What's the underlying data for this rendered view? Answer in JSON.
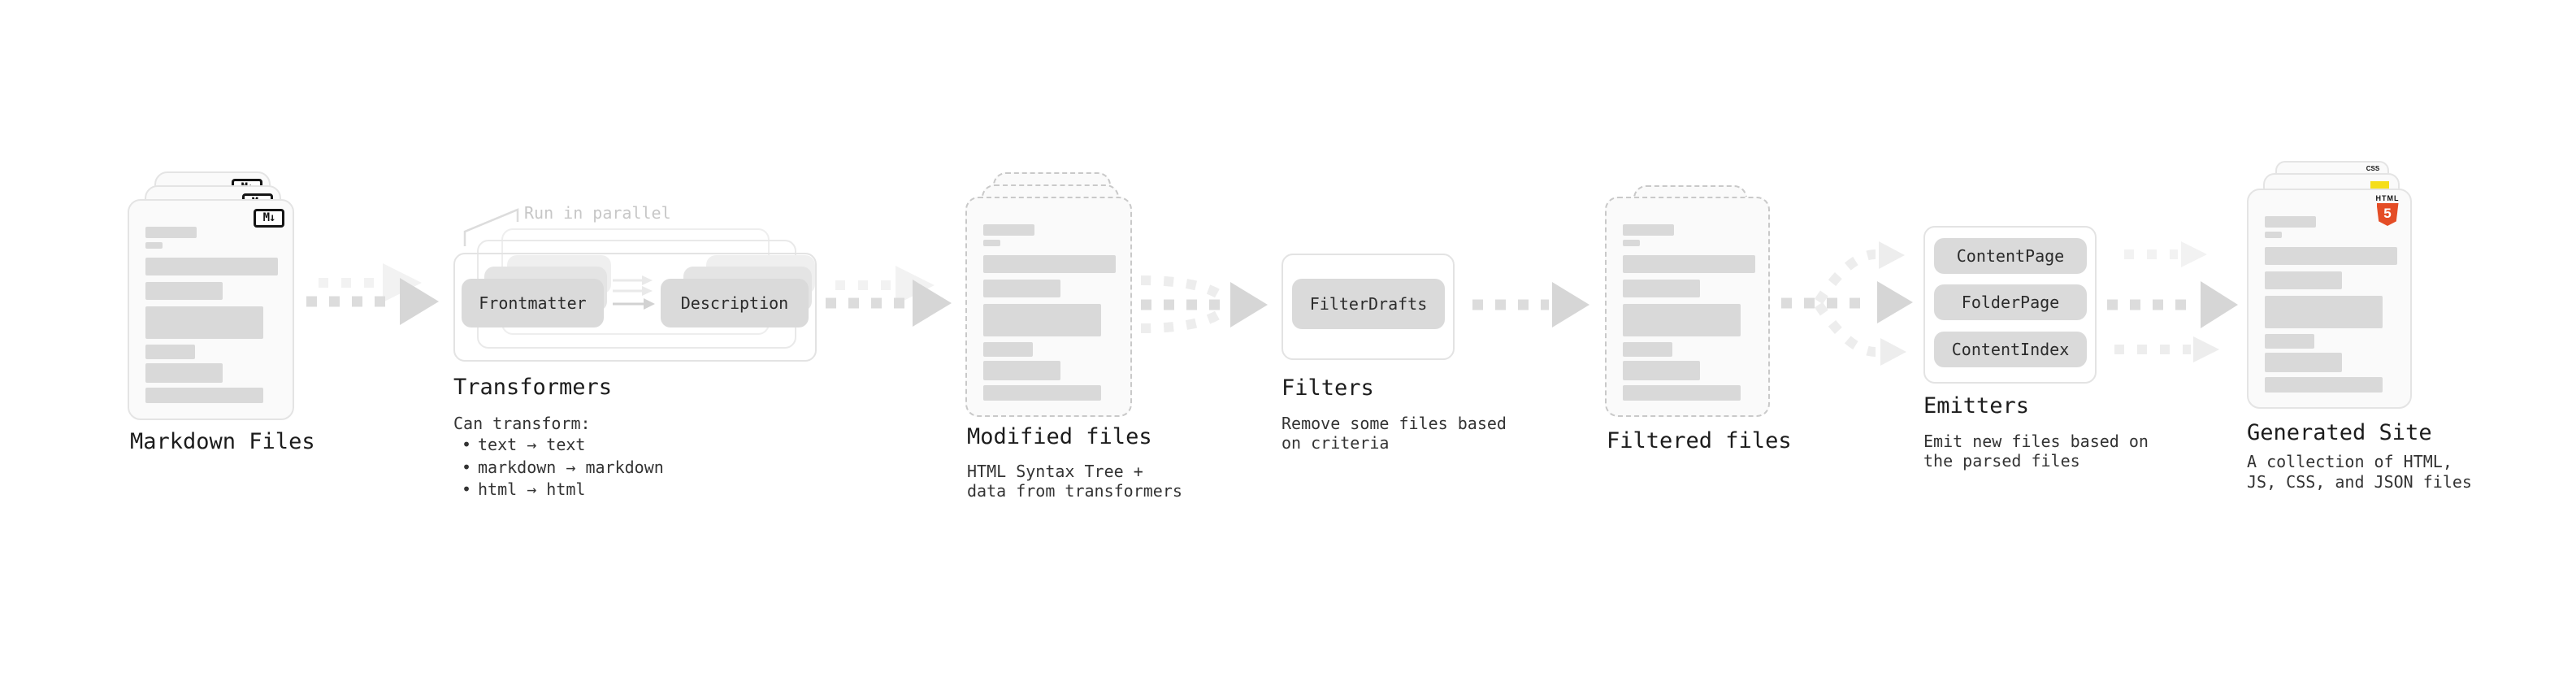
{
  "colors": {
    "card_bg": "#fafafa",
    "card_border": "#e4e4e4",
    "dash_border": "#c9c9c9",
    "bar": "#d9d9d9",
    "button_bg": "#dadada",
    "arrow_dash": "#dcdcdc",
    "arrow_head": "#d6d6d6",
    "arrow_light": "#ededed",
    "arrow_ghost": "#f2f2f2",
    "heading": "#1c1c1c",
    "subtitle": "#333333",
    "faded": "#c7c7c7",
    "badge_black": "#151515",
    "html5_orange": "#e44d26",
    "js_yellow": "#f5de19",
    "css_blue": "#2965f1"
  },
  "stages": {
    "markdown": {
      "label": "Markdown Files",
      "badge": "M↓"
    },
    "transformers": {
      "label": "Transformers",
      "annotation": "Run in parallel",
      "button_left": "Frontmatter",
      "button_right": "Description",
      "subtitle": "Can transform:",
      "bullets": [
        "text → text",
        "markdown → markdown",
        "html → html"
      ]
    },
    "modified": {
      "label": "Modified files",
      "subtitle": "HTML Syntax Tree +\ndata from transformers"
    },
    "filters": {
      "label": "Filters",
      "button": "FilterDrafts",
      "subtitle": "Remove some files based\non criteria"
    },
    "filtered": {
      "label": "Filtered files"
    },
    "emitters": {
      "label": "Emitters",
      "buttons": [
        "ContentPage",
        "FolderPage",
        "ContentIndex"
      ],
      "subtitle": "Emit new files based on\nthe parsed files"
    },
    "generated": {
      "label": "Generated Site",
      "subtitle": "A collection of HTML,\nJS, CSS, and JSON files",
      "html5_word": "HTML",
      "html5_five": "5",
      "css_word": "CSS"
    }
  },
  "file_card_bars": [
    {
      "w": 63,
      "h": 14,
      "mb": 5
    },
    {
      "w": 21,
      "h": 8,
      "mb": 11
    },
    {
      "w": 163,
      "h": 22,
      "mb": 8
    },
    {
      "w": 95,
      "h": 22,
      "mb": 8
    },
    {
      "w": 145,
      "h": 40,
      "mb": 7
    },
    {
      "w": 61,
      "h": 18,
      "mb": 5
    },
    {
      "w": 95,
      "h": 24,
      "mb": 6
    },
    {
      "w": 145,
      "h": 19,
      "mb": 0
    }
  ]
}
